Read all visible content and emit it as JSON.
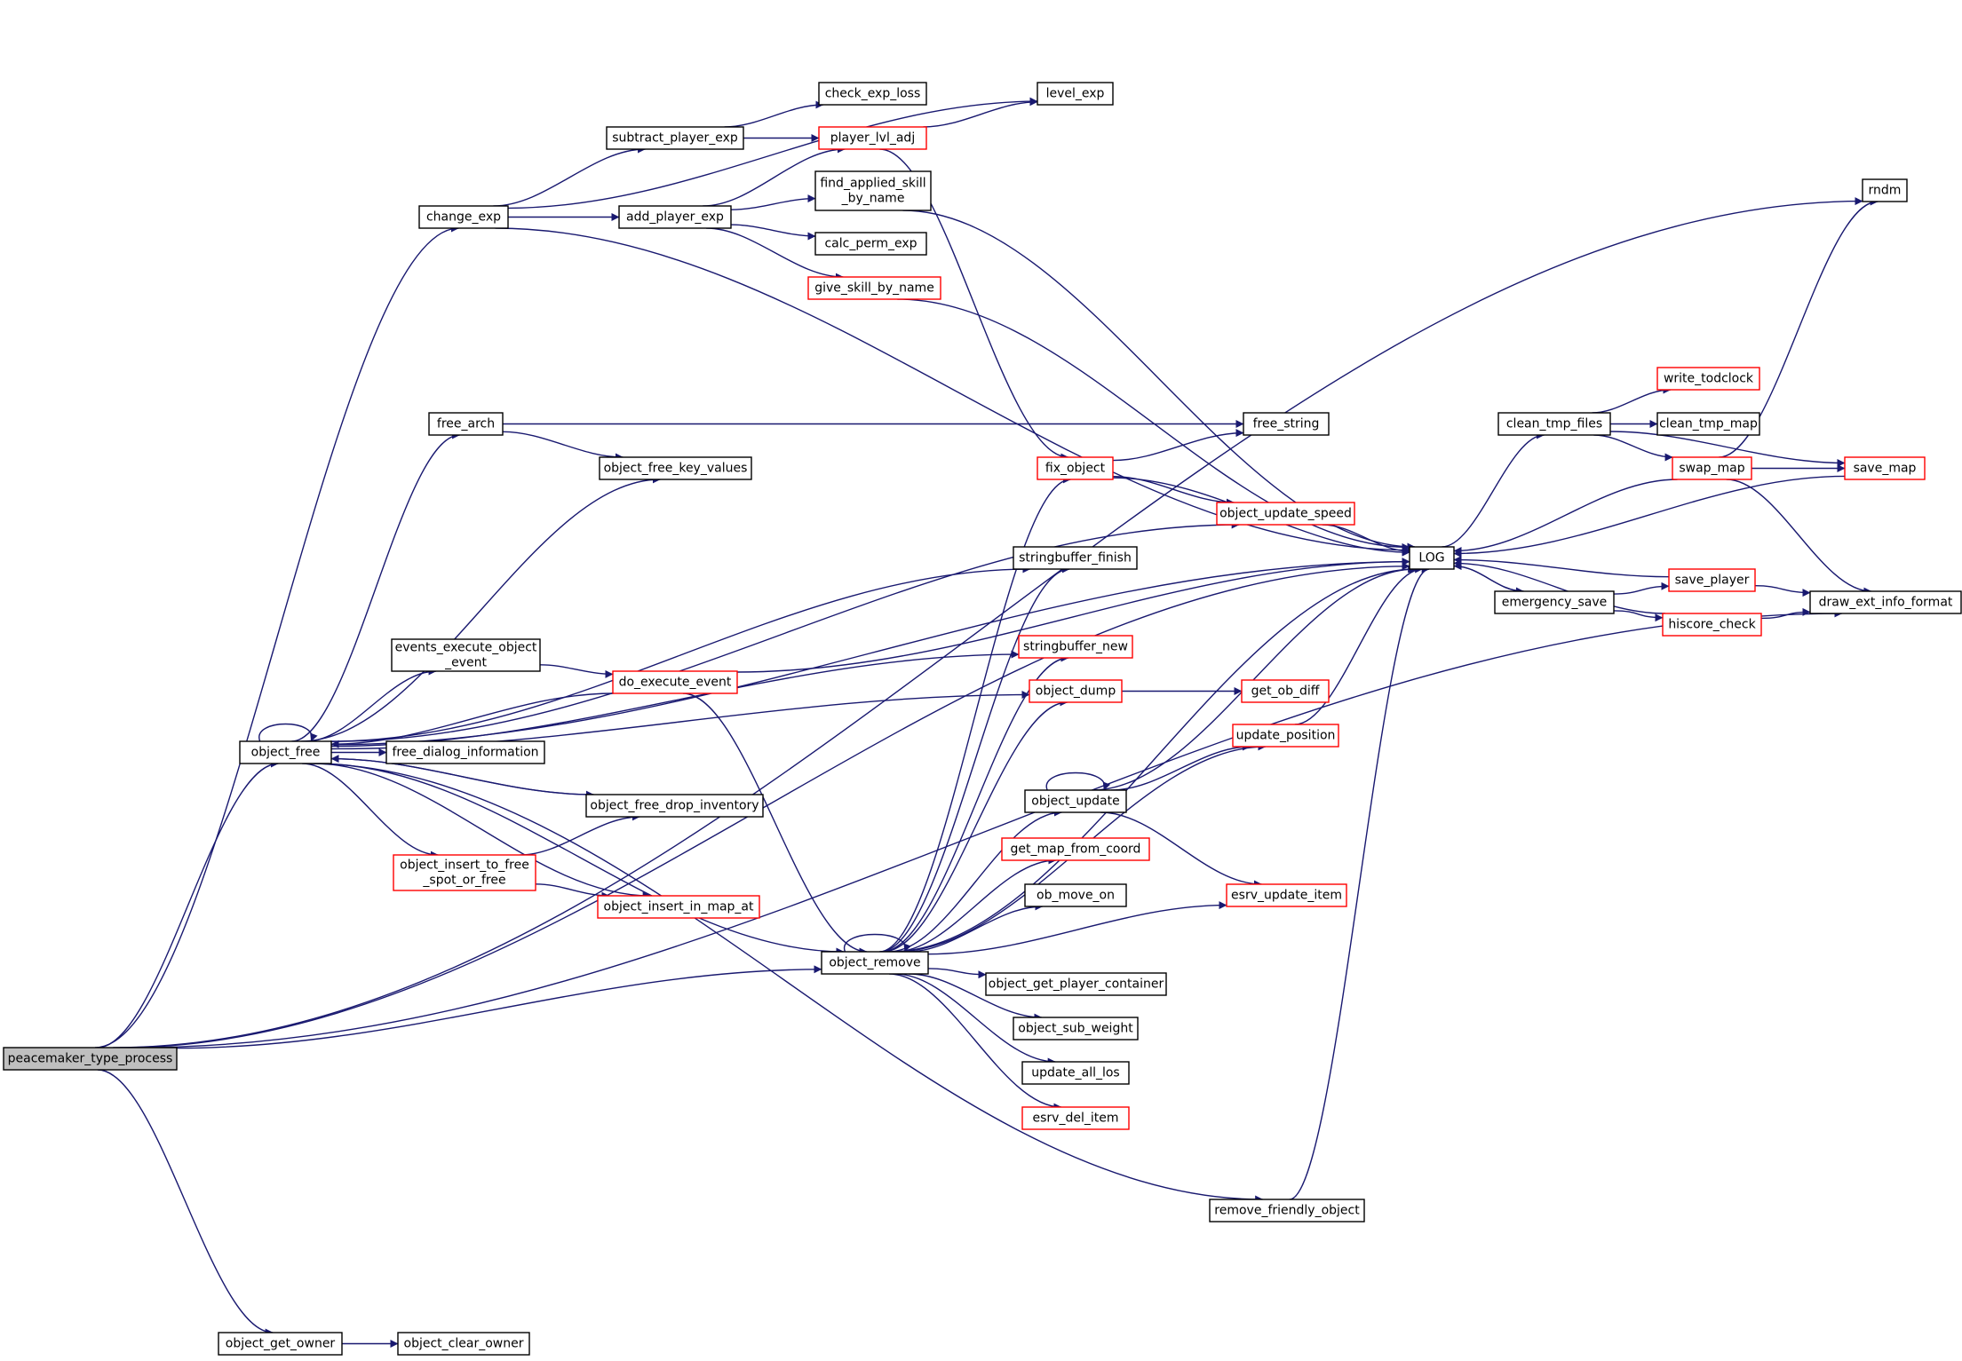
{
  "graph": {
    "colors": {
      "edge": "#191970",
      "node_border_normal": "#000000",
      "node_border_truncated": "#ff0000",
      "node_fill_root": "#bfbfbf",
      "node_fill": "#ffffff"
    },
    "nodes": [
      {
        "id": "peacemaker_type_process",
        "lines": [
          "peacemaker_type_process"
        ],
        "style": "root"
      },
      {
        "id": "change_exp",
        "lines": [
          "change_exp"
        ],
        "style": "normal"
      },
      {
        "id": "subtract_player_exp",
        "lines": [
          "subtract_player_exp"
        ],
        "style": "normal"
      },
      {
        "id": "check_exp_loss",
        "lines": [
          "check_exp_loss"
        ],
        "style": "normal"
      },
      {
        "id": "level_exp",
        "lines": [
          "level_exp"
        ],
        "style": "normal"
      },
      {
        "id": "player_lvl_adj",
        "lines": [
          "player_lvl_adj"
        ],
        "style": "truncated"
      },
      {
        "id": "find_applied_skill_by_name",
        "lines": [
          "find_applied_skill",
          "_by_name"
        ],
        "style": "normal"
      },
      {
        "id": "add_player_exp",
        "lines": [
          "add_player_exp"
        ],
        "style": "normal"
      },
      {
        "id": "calc_perm_exp",
        "lines": [
          "calc_perm_exp"
        ],
        "style": "normal"
      },
      {
        "id": "give_skill_by_name",
        "lines": [
          "give_skill_by_name"
        ],
        "style": "truncated"
      },
      {
        "id": "rndm",
        "lines": [
          "rndm"
        ],
        "style": "normal"
      },
      {
        "id": "free_arch",
        "lines": [
          "free_arch"
        ],
        "style": "normal"
      },
      {
        "id": "free_string",
        "lines": [
          "free_string"
        ],
        "style": "normal"
      },
      {
        "id": "object_free_key_values",
        "lines": [
          "object_free_key_values"
        ],
        "style": "normal"
      },
      {
        "id": "fix_object",
        "lines": [
          "fix_object"
        ],
        "style": "truncated"
      },
      {
        "id": "object_update_speed",
        "lines": [
          "object_update_speed"
        ],
        "style": "truncated"
      },
      {
        "id": "stringbuffer_finish",
        "lines": [
          "stringbuffer_finish"
        ],
        "style": "normal"
      },
      {
        "id": "LOG",
        "lines": [
          "LOG"
        ],
        "style": "normal"
      },
      {
        "id": "clean_tmp_files",
        "lines": [
          "clean_tmp_files"
        ],
        "style": "normal"
      },
      {
        "id": "write_todclock",
        "lines": [
          "write_todclock"
        ],
        "style": "truncated"
      },
      {
        "id": "clean_tmp_map",
        "lines": [
          "clean_tmp_map"
        ],
        "style": "normal"
      },
      {
        "id": "swap_map",
        "lines": [
          "swap_map"
        ],
        "style": "truncated"
      },
      {
        "id": "save_map",
        "lines": [
          "save_map"
        ],
        "style": "truncated"
      },
      {
        "id": "emergency_save",
        "lines": [
          "emergency_save"
        ],
        "style": "normal"
      },
      {
        "id": "save_player",
        "lines": [
          "save_player"
        ],
        "style": "truncated"
      },
      {
        "id": "hiscore_check",
        "lines": [
          "hiscore_check"
        ],
        "style": "truncated"
      },
      {
        "id": "draw_ext_info_format",
        "lines": [
          "draw_ext_info_format"
        ],
        "style": "normal"
      },
      {
        "id": "events_execute_object_event",
        "lines": [
          "events_execute_object",
          "_event"
        ],
        "style": "normal"
      },
      {
        "id": "do_execute_event",
        "lines": [
          "do_execute_event"
        ],
        "style": "truncated"
      },
      {
        "id": "stringbuffer_new",
        "lines": [
          "stringbuffer_new"
        ],
        "style": "truncated"
      },
      {
        "id": "object_dump",
        "lines": [
          "object_dump"
        ],
        "style": "truncated"
      },
      {
        "id": "get_ob_diff",
        "lines": [
          "get_ob_diff"
        ],
        "style": "truncated"
      },
      {
        "id": "object_free",
        "lines": [
          "object_free"
        ],
        "style": "normal"
      },
      {
        "id": "free_dialog_information",
        "lines": [
          "free_dialog_information"
        ],
        "style": "normal"
      },
      {
        "id": "update_position",
        "lines": [
          "update_position"
        ],
        "style": "truncated"
      },
      {
        "id": "object_update",
        "lines": [
          "object_update"
        ],
        "style": "normal"
      },
      {
        "id": "object_free_drop_inventory",
        "lines": [
          "object_free_drop_inventory"
        ],
        "style": "normal"
      },
      {
        "id": "get_map_from_coord",
        "lines": [
          "get_map_from_coord"
        ],
        "style": "truncated"
      },
      {
        "id": "object_insert_to_free_spot_or_free",
        "lines": [
          "object_insert_to_free",
          "_spot_or_free"
        ],
        "style": "truncated"
      },
      {
        "id": "object_insert_in_map_at",
        "lines": [
          "object_insert_in_map_at"
        ],
        "style": "truncated"
      },
      {
        "id": "ob_move_on",
        "lines": [
          "ob_move_on"
        ],
        "style": "normal"
      },
      {
        "id": "esrv_update_item",
        "lines": [
          "esrv_update_item"
        ],
        "style": "truncated"
      },
      {
        "id": "object_remove",
        "lines": [
          "object_remove"
        ],
        "style": "normal"
      },
      {
        "id": "object_get_player_container",
        "lines": [
          "object_get_player_container"
        ],
        "style": "normal"
      },
      {
        "id": "object_sub_weight",
        "lines": [
          "object_sub_weight"
        ],
        "style": "normal"
      },
      {
        "id": "update_all_los",
        "lines": [
          "update_all_los"
        ],
        "style": "normal"
      },
      {
        "id": "esrv_del_item",
        "lines": [
          "esrv_del_item"
        ],
        "style": "truncated"
      },
      {
        "id": "remove_friendly_object",
        "lines": [
          "remove_friendly_object"
        ],
        "style": "normal"
      },
      {
        "id": "object_get_owner",
        "lines": [
          "object_get_owner"
        ],
        "style": "normal"
      },
      {
        "id": "object_clear_owner",
        "lines": [
          "object_clear_owner"
        ],
        "style": "normal"
      }
    ],
    "edges": [
      [
        "peacemaker_type_process",
        "change_exp"
      ],
      [
        "peacemaker_type_process",
        "rndm"
      ],
      [
        "peacemaker_type_process",
        "object_free"
      ],
      [
        "peacemaker_type_process",
        "object_remove"
      ],
      [
        "peacemaker_type_process",
        "LOG"
      ],
      [
        "peacemaker_type_process",
        "draw_ext_info_format"
      ],
      [
        "peacemaker_type_process",
        "object_get_owner"
      ],
      [
        "change_exp",
        "level_exp"
      ],
      [
        "change_exp",
        "subtract_player_exp"
      ],
      [
        "change_exp",
        "add_player_exp"
      ],
      [
        "change_exp",
        "LOG"
      ],
      [
        "subtract_player_exp",
        "check_exp_loss"
      ],
      [
        "subtract_player_exp",
        "player_lvl_adj"
      ],
      [
        "player_lvl_adj",
        "level_exp"
      ],
      [
        "player_lvl_adj",
        "fix_object"
      ],
      [
        "add_player_exp",
        "player_lvl_adj"
      ],
      [
        "add_player_exp",
        "find_applied_skill_by_name"
      ],
      [
        "add_player_exp",
        "calc_perm_exp"
      ],
      [
        "add_player_exp",
        "give_skill_by_name"
      ],
      [
        "find_applied_skill_by_name",
        "LOG"
      ],
      [
        "give_skill_by_name",
        "LOG"
      ],
      [
        "free_arch",
        "free_string"
      ],
      [
        "free_arch",
        "object_free_key_values"
      ],
      [
        "fix_object",
        "free_string"
      ],
      [
        "fix_object",
        "object_update_speed"
      ],
      [
        "fix_object",
        "LOG"
      ],
      [
        "object_update_speed",
        "LOG"
      ],
      [
        "LOG",
        "clean_tmp_files"
      ],
      [
        "LOG",
        "emergency_save"
      ],
      [
        "clean_tmp_files",
        "write_todclock"
      ],
      [
        "clean_tmp_files",
        "clean_tmp_map"
      ],
      [
        "clean_tmp_files",
        "swap_map"
      ],
      [
        "clean_tmp_files",
        "save_map"
      ],
      [
        "swap_map",
        "rndm"
      ],
      [
        "swap_map",
        "save_map"
      ],
      [
        "swap_map",
        "LOG"
      ],
      [
        "swap_map",
        "draw_ext_info_format"
      ],
      [
        "save_map",
        "LOG"
      ],
      [
        "emergency_save",
        "LOG"
      ],
      [
        "emergency_save",
        "save_player"
      ],
      [
        "emergency_save",
        "hiscore_check"
      ],
      [
        "save_player",
        "LOG"
      ],
      [
        "save_player",
        "draw_ext_info_format"
      ],
      [
        "hiscore_check",
        "LOG"
      ],
      [
        "hiscore_check",
        "draw_ext_info_format"
      ],
      [
        "object_free",
        "object_free"
      ],
      [
        "object_free",
        "free_arch"
      ],
      [
        "object_free",
        "object_free_key_values"
      ],
      [
        "object_free",
        "object_update_speed"
      ],
      [
        "object_free",
        "stringbuffer_finish"
      ],
      [
        "object_free",
        "stringbuffer_new"
      ],
      [
        "object_free",
        "events_execute_object_event"
      ],
      [
        "object_free",
        "free_dialog_information"
      ],
      [
        "object_free",
        "object_free_drop_inventory"
      ],
      [
        "object_free",
        "object_insert_to_free_spot_or_free"
      ],
      [
        "object_free",
        "object_insert_in_map_at"
      ],
      [
        "object_free",
        "object_remove"
      ],
      [
        "object_free",
        "object_dump"
      ],
      [
        "object_free",
        "remove_friendly_object"
      ],
      [
        "object_free",
        "LOG"
      ],
      [
        "events_execute_object_event",
        "do_execute_event"
      ],
      [
        "do_execute_event",
        "object_free"
      ],
      [
        "do_execute_event",
        "object_remove"
      ],
      [
        "do_execute_event",
        "LOG"
      ],
      [
        "object_free_drop_inventory",
        "object_free"
      ],
      [
        "object_insert_to_free_spot_or_free",
        "object_free_drop_inventory"
      ],
      [
        "object_insert_to_free_spot_or_free",
        "object_insert_in_map_at"
      ],
      [
        "object_dump",
        "get_ob_diff"
      ],
      [
        "object_update",
        "object_update"
      ],
      [
        "object_update",
        "update_position"
      ],
      [
        "object_update",
        "esrv_update_item"
      ],
      [
        "object_update",
        "LOG"
      ],
      [
        "update_position",
        "LOG"
      ],
      [
        "object_remove",
        "object_remove"
      ],
      [
        "object_remove",
        "fix_object"
      ],
      [
        "object_remove",
        "stringbuffer_finish"
      ],
      [
        "object_remove",
        "stringbuffer_new"
      ],
      [
        "object_remove",
        "object_dump"
      ],
      [
        "object_remove",
        "update_position"
      ],
      [
        "object_remove",
        "object_update"
      ],
      [
        "object_remove",
        "get_map_from_coord"
      ],
      [
        "object_remove",
        "ob_move_on"
      ],
      [
        "object_remove",
        "esrv_update_item"
      ],
      [
        "object_remove",
        "object_get_player_container"
      ],
      [
        "object_remove",
        "object_sub_weight"
      ],
      [
        "object_remove",
        "update_all_los"
      ],
      [
        "object_remove",
        "esrv_del_item"
      ],
      [
        "object_remove",
        "LOG"
      ],
      [
        "remove_friendly_object",
        "LOG"
      ],
      [
        "object_get_owner",
        "object_clear_owner"
      ]
    ]
  }
}
